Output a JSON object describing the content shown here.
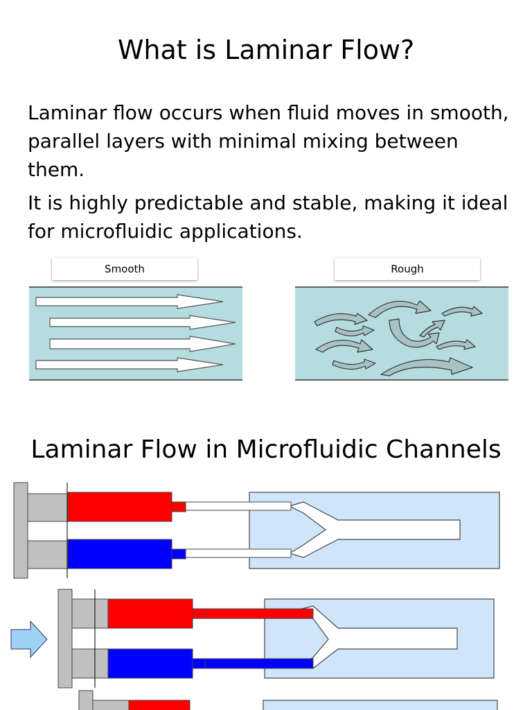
{
  "slide1": {
    "title": "What is Laminar Flow?",
    "paragraphs": [
      "Laminar flow occurs when fluid moves in smooth, parallel layers with minimal mixing between them.",
      "It is highly predictable and stable, making it ideal for microfluidic applications."
    ],
    "labels": {
      "smooth": "Smooth",
      "rough": "Rough"
    }
  },
  "slide2": {
    "title": "Laminar Flow in Microfluidic Channels"
  },
  "colors": {
    "fluid_background": "#b5dde0",
    "channel_fill": "#cfe5fa",
    "syringe_red": "#ff0000",
    "syringe_blue": "#0000ff",
    "syringe_gray": "#c0c0c0",
    "push_arrow": "#9fd0f5"
  },
  "icons": [
    "push-arrow-icon"
  ]
}
